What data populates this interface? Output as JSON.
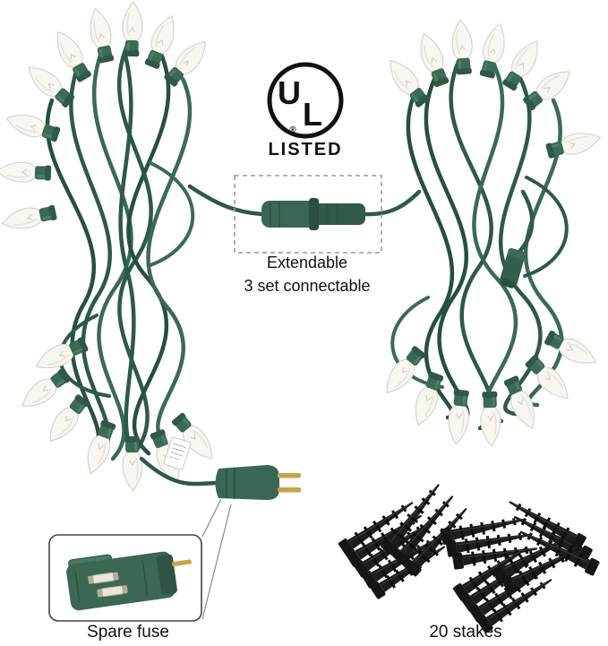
{
  "logo": {
    "ul": "UL",
    "registered": "®",
    "listed": "LISTED"
  },
  "callout": {
    "line1": "Extendable",
    "line2": "3 set connectable"
  },
  "captions": {
    "spare_fuse": "Spare fuse",
    "stakes": "20 stakes"
  },
  "icons": {
    "left_bundle": "string-light-bundle",
    "right_bundle": "string-light-bundle",
    "connector": "inline-connector",
    "plug": "power-plug",
    "fuse_inset": "spare-fuse-detail",
    "stakes": "ground-stake-pile"
  },
  "colors": {
    "background": "#ffffff",
    "wire_green": "#2d5948",
    "wire_green_light": "#3a6a55",
    "wire_green_dark": "#26503e",
    "socket_green": "#3b6a55",
    "bulb_glass": "#f8f6f0",
    "bulb_outline": "#d8d4c8",
    "prong_brass": "#c9a24a",
    "stake_black": "#161616",
    "text_black": "#111111",
    "dash_gray": "#9a9a9a"
  }
}
